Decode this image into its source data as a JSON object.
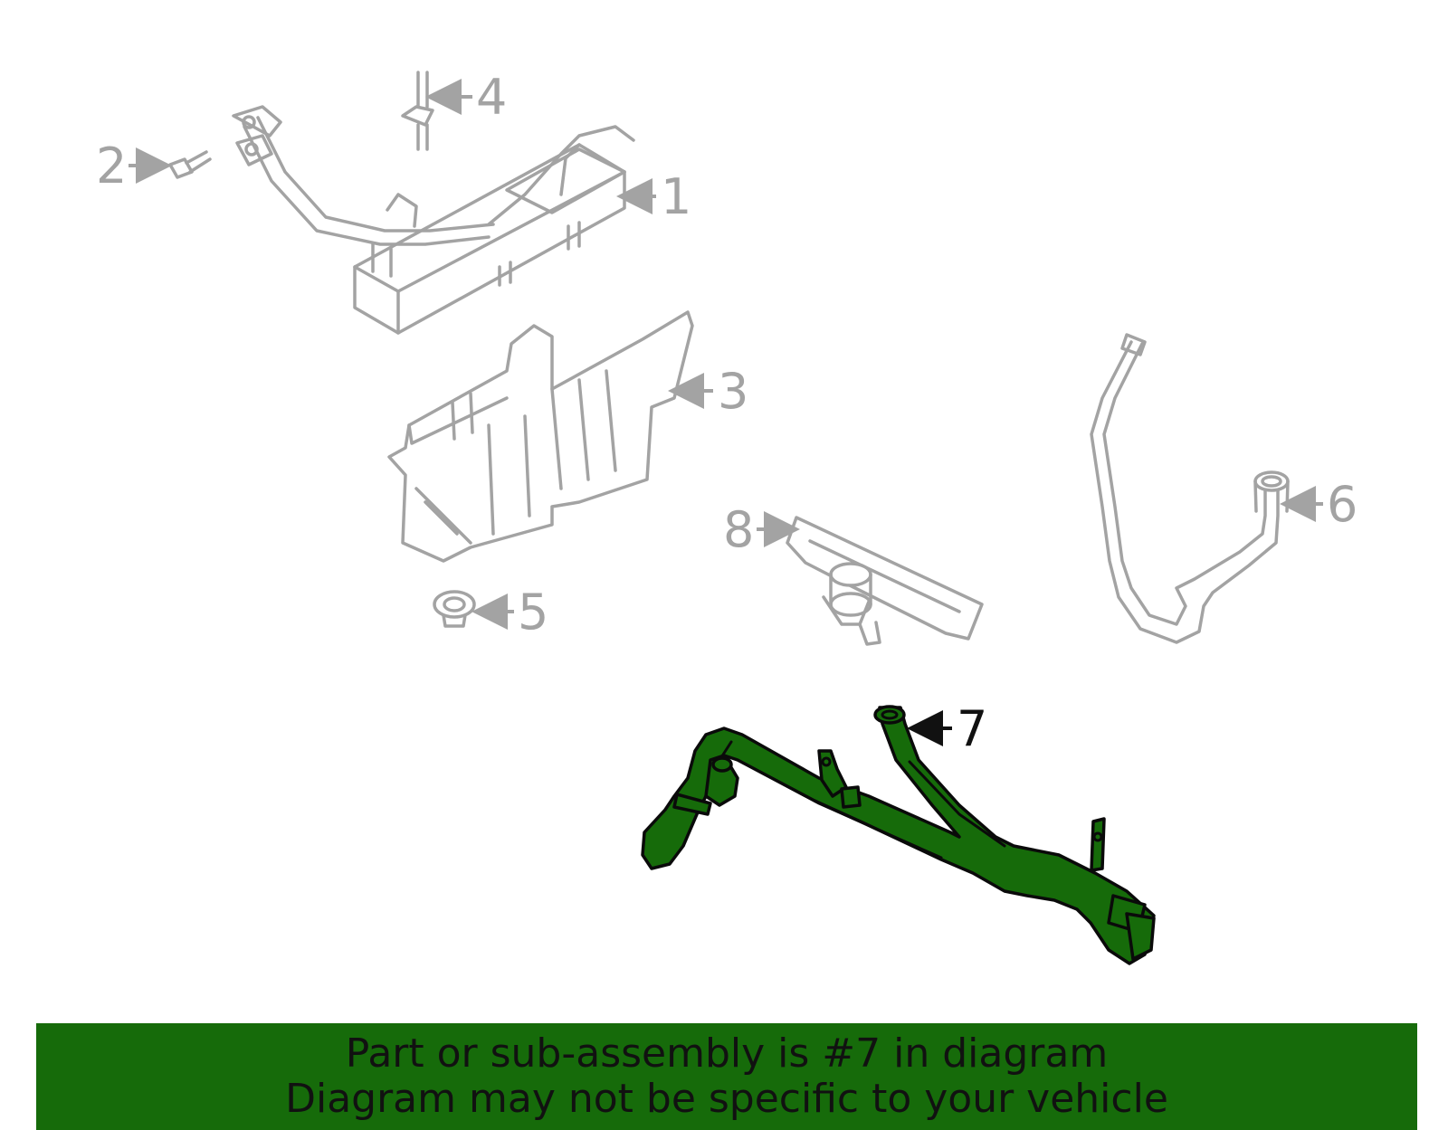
{
  "callouts": [
    {
      "id": "1",
      "label": "1"
    },
    {
      "id": "2",
      "label": "2"
    },
    {
      "id": "3",
      "label": "3"
    },
    {
      "id": "4",
      "label": "4"
    },
    {
      "id": "5",
      "label": "5"
    },
    {
      "id": "6",
      "label": "6"
    },
    {
      "id": "7",
      "label": "7"
    },
    {
      "id": "8",
      "label": "8"
    }
  ],
  "highlighted_part": "7",
  "colors": {
    "highlight": "#166b0a",
    "part_outline": "#a3a3a3",
    "banner": "#166b0a"
  },
  "banner": {
    "line1": "Part or sub-assembly is #7 in diagram",
    "line2": "Diagram may not be specific to your vehicle"
  }
}
